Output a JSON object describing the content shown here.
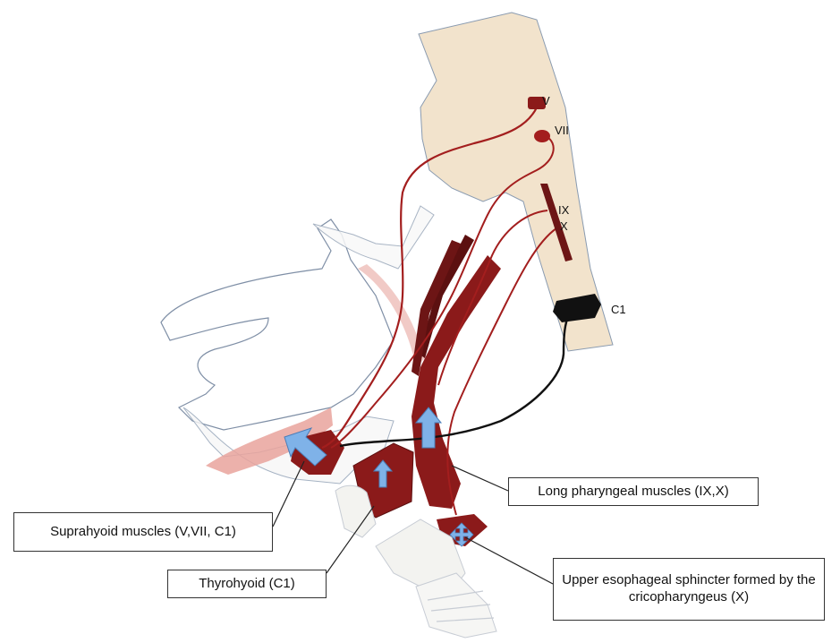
{
  "nerve_labels": {
    "v": "V",
    "vii": "VII",
    "ix": "IX",
    "x": "X",
    "c1": "C1"
  },
  "callouts": {
    "long_pharyngeal": "Long pharyngeal muscles (IX,X)",
    "suprahyoid": "Suprahyoid muscles (V,VII, C1)",
    "thyrohyoid": "Thyrohyoid (C1)",
    "ues": "Upper esophageal sphincter formed by the cricopharyngeus (X)"
  },
  "colors": {
    "skull_base": "#f2e3cc",
    "muscle": "#8b1a1a",
    "nerve": "#a31e1e",
    "c1_nerve": "#111111",
    "arrow": "#7fb2e8",
    "cartilage": "#f3f3f0"
  }
}
